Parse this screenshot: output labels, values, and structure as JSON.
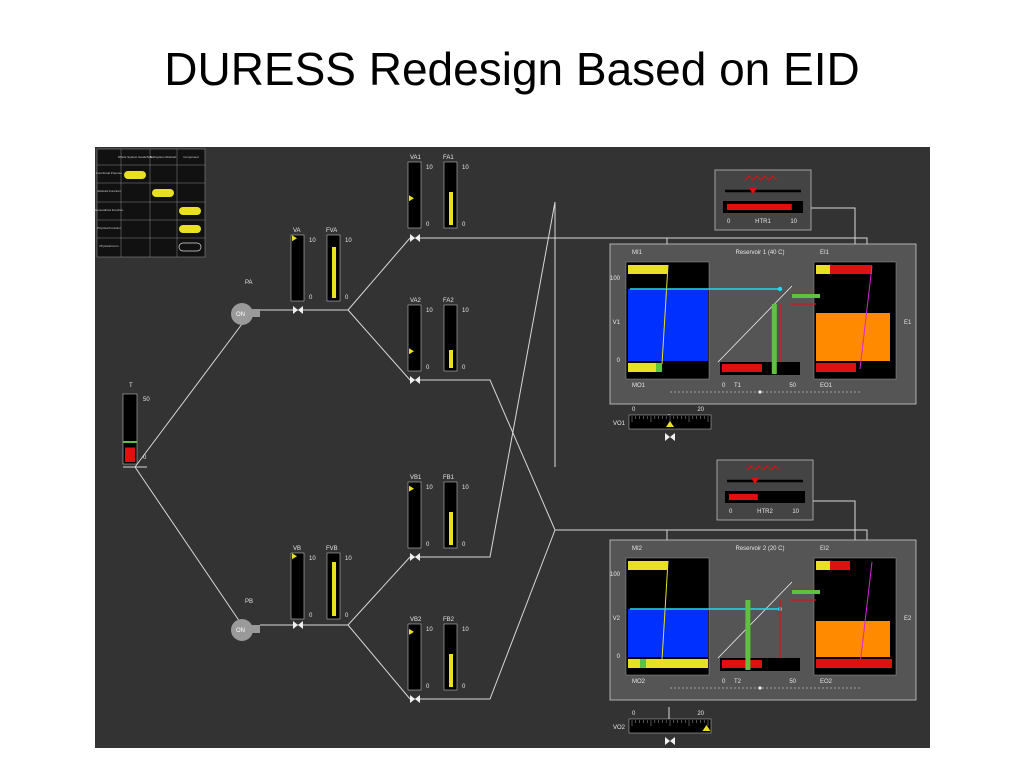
{
  "title": "DURESS Redesign Based on EID",
  "colors": {
    "panel": "#333333",
    "gauge_bg": "#000000",
    "yellow": "#e8e020",
    "red": "#e01010",
    "blue": "#0030ff",
    "orange": "#ff8a00",
    "cyan": "#20d8f0",
    "green": "#60c040",
    "magenta": "#e020e0",
    "pipe": "#d8d8d8"
  },
  "matrix": {
    "col_headers": [
      "Whole System Goals/Sub",
      "Subsystem Abstract",
      "Component"
    ],
    "row_headers": [
      "Functional Purpose",
      "Abstract Function",
      "Generalized Function",
      "Physical Function",
      "Physical Form"
    ]
  },
  "source": {
    "label": "T",
    "max": "50",
    "min": "0",
    "level": 0.22
  },
  "pumps": [
    {
      "label": "PA",
      "state": "ON"
    },
    {
      "label": "PB",
      "state": "ON"
    }
  ],
  "valve_pairs": [
    {
      "valve_label": "VA",
      "flow_label": "FVA",
      "max": "10",
      "min": "0",
      "valve_setting": 0.95,
      "flow": 0.85
    },
    {
      "valve_label": "VB",
      "flow_label": "FVB",
      "max": "10",
      "min": "0",
      "valve_setting": 0.95,
      "flow": 0.9
    },
    {
      "valve_label": "VA1",
      "flow_label": "FA1",
      "max": "10",
      "min": "0",
      "valve_setting": 0.45,
      "flow": 0.55
    },
    {
      "valve_label": "VA2",
      "flow_label": "FA2",
      "max": "10",
      "min": "0",
      "valve_setting": 0.3,
      "flow": 0.3
    },
    {
      "valve_label": "VB1",
      "flow_label": "FB1",
      "max": "10",
      "min": "0",
      "valve_setting": 0.9,
      "flow": 0.55
    },
    {
      "valve_label": "VB2",
      "flow_label": "FB2",
      "max": "10",
      "min": "0",
      "valve_setting": 0.88,
      "flow": 0.55
    }
  ],
  "heaters": [
    {
      "label": "HTR1",
      "min": "0",
      "max": "10",
      "level": 0.9
    },
    {
      "label": "HTR2",
      "min": "0",
      "max": "10",
      "level": 0.4
    }
  ],
  "reservoirs": [
    {
      "title": "Reservoir 1 (40 C)",
      "mass_in_label": "MI1",
      "mass_out_label": "MO1",
      "energy_in_label": "EI1",
      "energy_out_label": "EO1",
      "volume_label": "V1",
      "energy_label": "E1",
      "temp_label": "T1",
      "scale_max": "100",
      "scale_min": "0",
      "temp_min": "0",
      "temp_max": "50",
      "volume": 0.75,
      "energy": 0.6,
      "temp": 0.8
    },
    {
      "title": "Reservoir 2 (20 C)",
      "mass_in_label": "MI2",
      "mass_out_label": "MO2",
      "energy_in_label": "EI2",
      "energy_out_label": "EO2",
      "volume_label": "V2",
      "energy_label": "E2",
      "temp_label": "T2",
      "scale_max": "100",
      "scale_min": "0",
      "temp_min": "0",
      "temp_max": "50",
      "volume": 0.5,
      "energy": 0.45,
      "temp": 0.4
    }
  ],
  "outputs": [
    {
      "label": "VO1",
      "min": "0",
      "max": "20",
      "setting": 0.5
    },
    {
      "label": "VO2",
      "min": "0",
      "max": "20",
      "setting": 0.98
    }
  ]
}
